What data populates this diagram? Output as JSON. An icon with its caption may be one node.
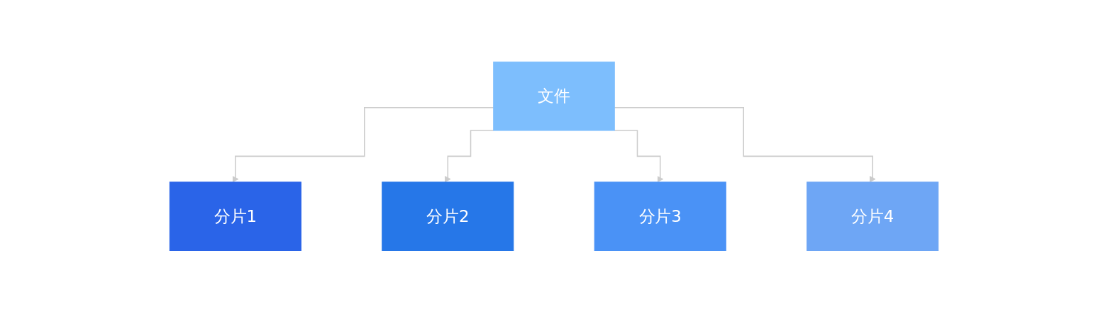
{
  "diagram": {
    "nodes": [
      {
        "text": [
          "文件"
        ]
      },
      {
        "text": [
          "分片1"
        ]
      },
      {
        "text": [
          "分片2"
        ]
      },
      {
        "text": [
          "分片3"
        ]
      },
      {
        "text": [
          "分片4"
        ]
      }
    ],
    "edges": [
      {
        "from": 0,
        "to": 1,
        "arrow": "to"
      },
      {
        "from": 0,
        "to": 2,
        "arrow": "to"
      },
      {
        "from": 0,
        "to": 3,
        "arrow": "to"
      },
      {
        "from": 0,
        "to": 4,
        "arrow": "to"
      }
    ]
  }
}
